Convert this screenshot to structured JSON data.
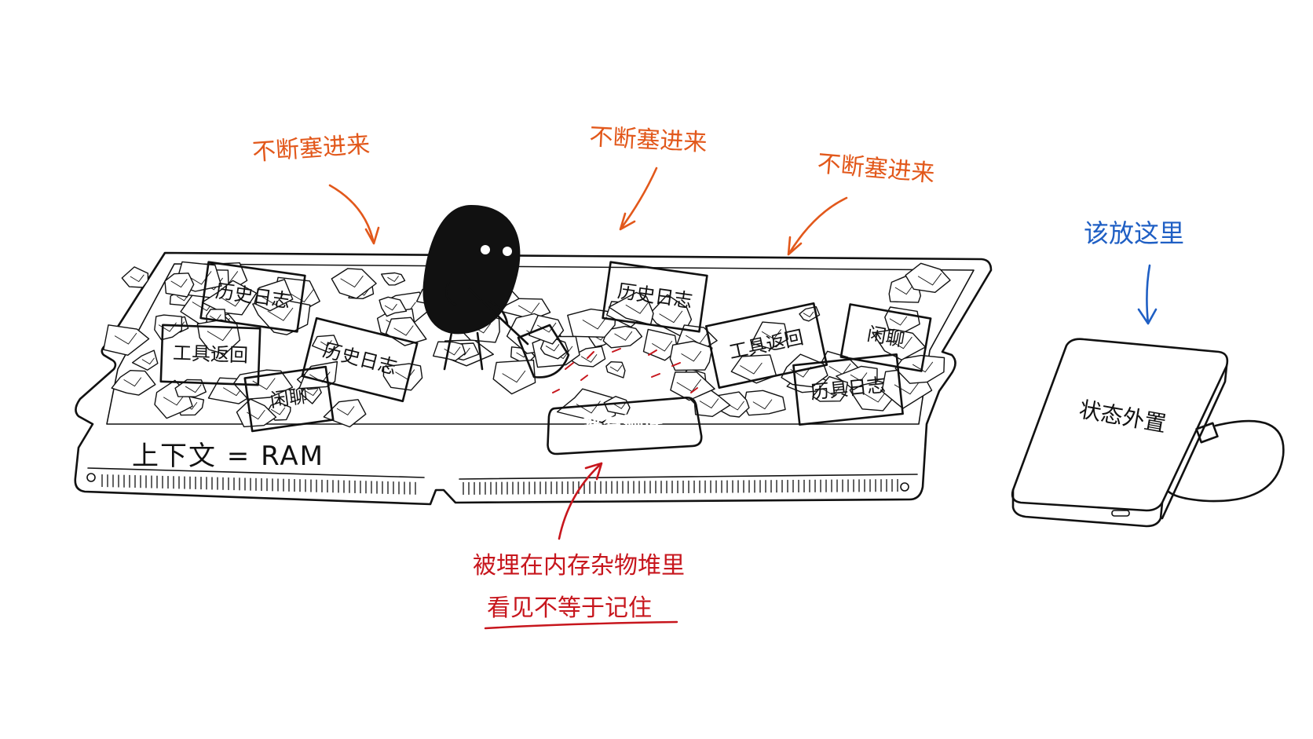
{
  "annotations": {
    "stuff_in_1": "不断塞进来",
    "stuff_in_2": "不断塞进来",
    "stuff_in_3": "不断塞进来",
    "put_here": "该放这里",
    "buried_line1": "被埋在内存杂物堆里",
    "buried_line2": "看见不等于记住"
  },
  "ram_module": {
    "label": "上下文 = RAM"
  },
  "notes": [
    {
      "text": "历史日志"
    },
    {
      "text": "工具返回"
    },
    {
      "text": "历史日志"
    },
    {
      "text": "闲聊"
    },
    {
      "text": "历史日志"
    },
    {
      "text": "工具返回"
    },
    {
      "text": "闲聊"
    },
    {
      "text": "历具日志"
    }
  ],
  "warning_tag": {
    "text": "严禁删库"
  },
  "external_drive": {
    "label": "状态外置"
  },
  "colors": {
    "orange": "#e2581b",
    "blue": "#1f5fc4",
    "red": "#c7161d",
    "ink": "#111111"
  }
}
